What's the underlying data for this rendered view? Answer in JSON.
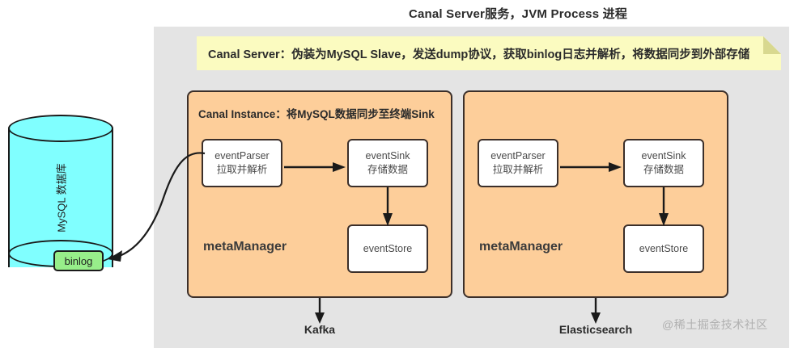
{
  "title": "Canal Server服务，JVM Process 进程",
  "note": {
    "text": "Canal Server：伪装为MySQL Slave，发送dump协议，获取binlog日志并解析，将数据同步到外部存储",
    "bg_color": "#FBFBC0",
    "fold_color": "#D8D88F"
  },
  "colors": {
    "panel_bg": "#E4E4E4",
    "instance_fill": "#FDCE9A",
    "instance_border": "#3B2F2A",
    "node_fill": "#FFFFFF",
    "cylinder_fill": "#80FFFF",
    "binlog_fill": "#97EE8A",
    "stroke": "#1A1A1A",
    "watermark": "#B0B0B0"
  },
  "database": {
    "label": "MySQL 数据库",
    "binlog_label": "binlog"
  },
  "instances": [
    {
      "title": "Canal Instance：将MySQL数据同步至终端Sink",
      "meta_manager": "metaManager",
      "nodes": [
        {
          "line1": "eventParser",
          "line2": "拉取并解析"
        },
        {
          "line1": "eventSink",
          "line2": "存储数据"
        },
        {
          "line1": "eventStore",
          "line2": ""
        }
      ],
      "output": "Kafka"
    },
    {
      "title": "",
      "meta_manager": "metaManager",
      "nodes": [
        {
          "line1": "eventParser",
          "line2": "拉取并解析"
        },
        {
          "line1": "eventSink",
          "line2": "存储数据"
        },
        {
          "line1": "eventStore",
          "line2": ""
        }
      ],
      "output": "Elasticsearch"
    }
  ],
  "watermark": "@稀土掘金技术社区"
}
